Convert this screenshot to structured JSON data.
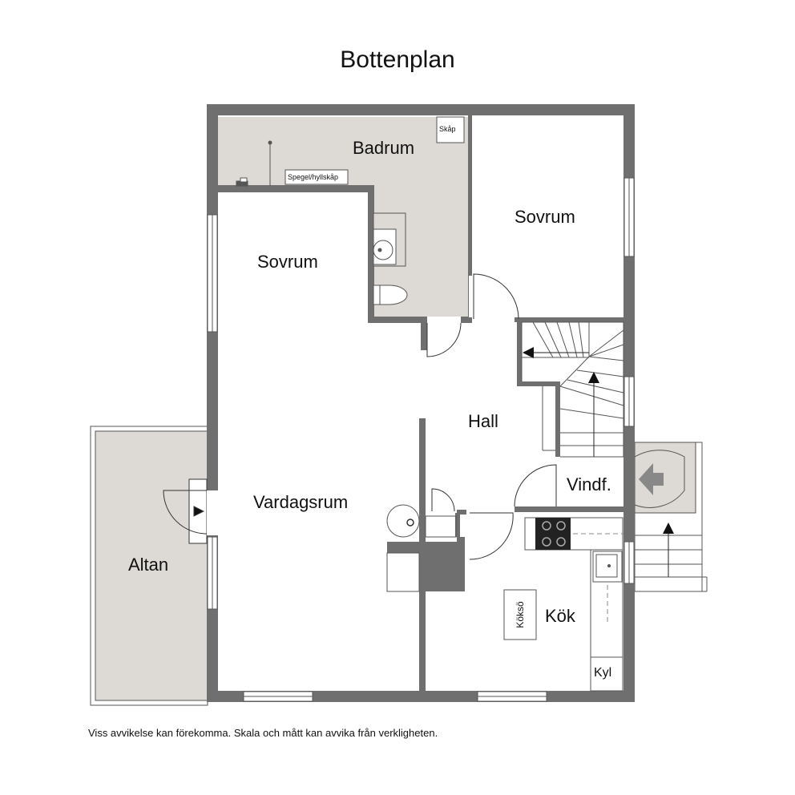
{
  "title": "Bottenplan",
  "disclaimer": "Viss avvikelse kan förekomma. Skala och mått kan avvika från verkligheten.",
  "rooms": {
    "badrum": "Badrum",
    "sovrum_right": "Sovrum",
    "sovrum_left": "Sovrum",
    "hall": "Hall",
    "vardagsrum": "Vardagsrum",
    "vindf": "Vindf.",
    "altan": "Altan",
    "kok": "Kök"
  },
  "fixtures": {
    "skap": "Skåp",
    "spegel": "Spegel/hyllskåp",
    "koksö": "Köksö",
    "kyl": "Kyl"
  },
  "colors": {
    "wall": "#6f6f6f",
    "wet_floor": "#ddd9d4",
    "line": "#333333",
    "window": "#ffffff"
  }
}
